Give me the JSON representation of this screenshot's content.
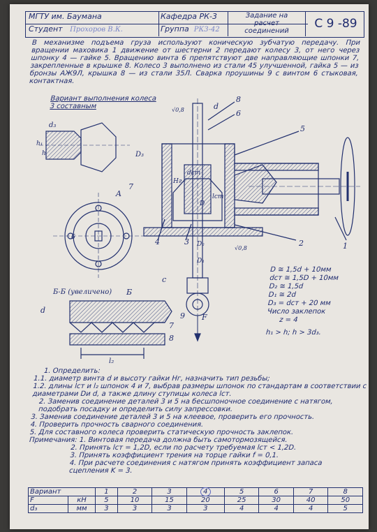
{
  "header": {
    "university": "МГТУ им. Баумана",
    "department": "Кафедра РК-3",
    "title_line1": "Задание на",
    "title_line2": "расчет",
    "title_line3": "соединений",
    "code": "С 9 -89",
    "student_label": "Студент",
    "student_name": "Прохоров В.К.",
    "group_label": "Группа",
    "group_value": "РК3-42"
  },
  "intro": "В механизме подъема груза используют коническую зубчатую передачу. При вращении маховика 1 движение от шестерни 2 передают колесу 3, от него через шпонку 4 — гайке 5. Вращению винта 6 препятствуют две направляющие шпонки 7, закрепленные в крышке 8. Колесо 3 выполнено из стали 45 улучшенной, гайка 5 — из бронзы АЖ9Л, крышка 8 — из стали 35Л. Сварка проушины 9 с винтом 6 стыковая, контактная.",
  "variant_title": "Вариант выполнения колеса 3 составным",
  "drawing_labels": {
    "A": "A",
    "B": "Б",
    "section": "Б-Б (увеличено)",
    "F": "F",
    "d": "d",
    "d3": "d₃",
    "D3": "D₃",
    "D": "D",
    "D1": "D₁",
    "D2": "D₂",
    "dcm": "dст",
    "H": "Hг",
    "l2": "l₂",
    "lcm": "lст",
    "h1": "h₁",
    "h": "h",
    "c": "с",
    "tol": "√0,8",
    "n1": "1",
    "n2": "2",
    "n3": "3",
    "n4": "4",
    "n5": "5",
    "n6": "6",
    "n7": "7",
    "n8": "8",
    "n9": "9",
    "n6s": "6",
    "n7s": "7",
    "n8s": "8"
  },
  "formulas": [
    "D ≅ 1,5d + 10мм",
    "dст ≅ 1,5D + 10мм",
    "D₂ ≅ 1,5d",
    "D₁ ≅ 2d",
    "D₃ = dст + 20 мм",
    "Число заклепок",
    "z = 4",
    "h₁ > h;   h > 3d₃."
  ],
  "tasks": [
    "1. Определить:",
    "1.1. диаметр винта d и высоту гайки Hг, назначить тип резьбы;",
    "1.2. длины lст и l₂ шпонок 4 и 7, выбрав размеры шпонок по стандартам в соответствии с диаметрами Dи d, а также длину ступицы колеса lст.",
    "2. Заменив соединение деталей 3 и 5 на бесшпоночное соединение с натягом, подобрать посадку и определить силу запрессовки.",
    "3. Заменив соединение деталей 3 и 5 на клеевое, проверить его прочность.",
    "4. Проверить прочность сварного соединения.",
    "5. Для составного колеса проверить статическую прочность заклепок.",
    "Примечания: 1. Винтовая передача должна быть самотормозящейся.",
    "2. Принять lст = 1,2D, если по расчету требуемая lст < 1,2D.",
    "3. Принять коэффициент трения на торце гайки f = 0,1.",
    "4. При расчете соединения с натягом принять коэффициент запаса сцепления K = 3."
  ],
  "table": {
    "header": "Вариант",
    "variants": [
      "1",
      "2",
      "3",
      "4",
      "5",
      "6",
      "7",
      "8"
    ],
    "row_f_label": "F",
    "row_f_unit": "кН",
    "row_f": [
      "5",
      "10",
      "15",
      "20",
      "25",
      "30",
      "40",
      "50"
    ],
    "row_d_label": "d₃",
    "row_d_unit": "мм",
    "row_d": [
      "3",
      "3",
      "3",
      "3",
      "4",
      "4",
      "4",
      "5"
    ],
    "circled_variant": "4"
  }
}
